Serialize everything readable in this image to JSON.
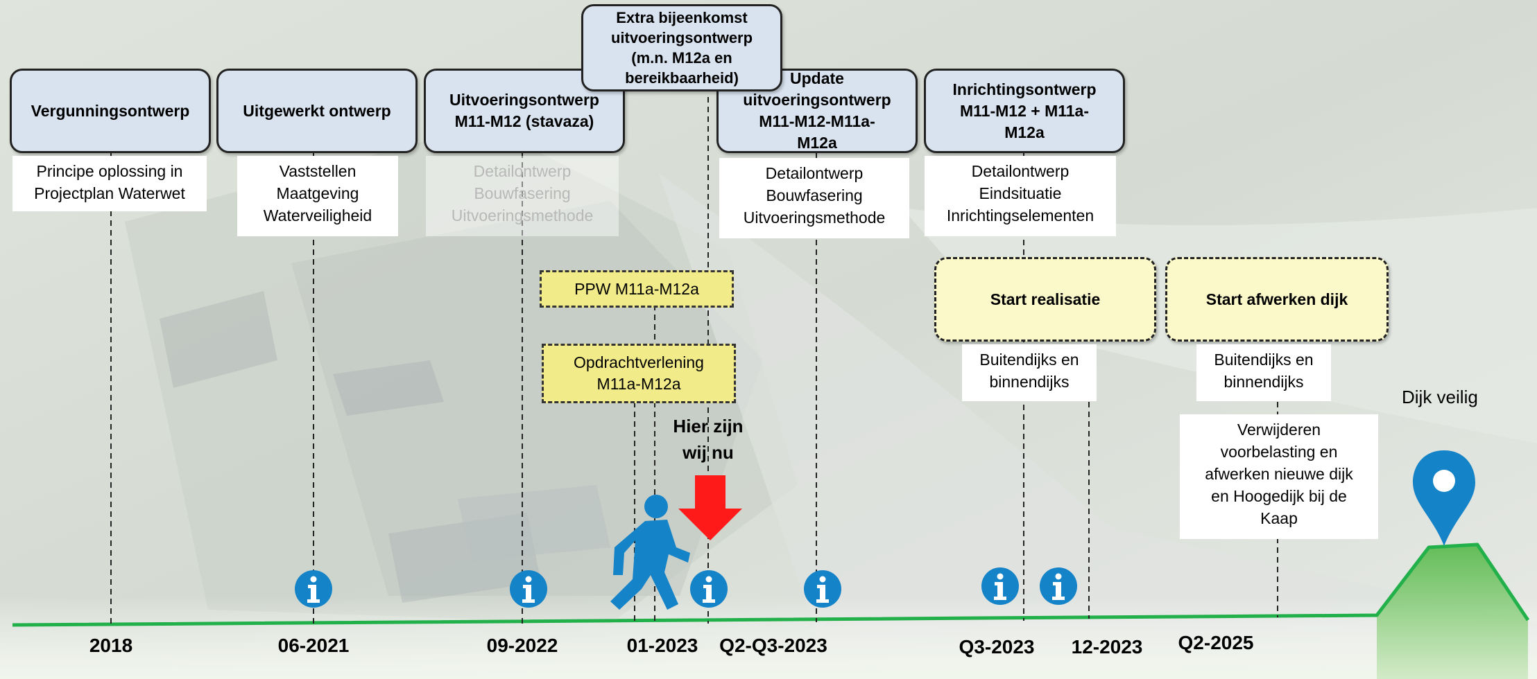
{
  "stages": [
    {
      "id": "vergunning",
      "title": "Vergunningsontwerp",
      "desc": "Principe oplossing in\nProjectplan Waterwet"
    },
    {
      "id": "uitgewerkt",
      "title": "Uitgewerkt ontwerp",
      "desc": "Vaststellen\nMaatgeving\nWaterveiligheid"
    },
    {
      "id": "uitvoering",
      "title": "Uitvoeringsontwerp\nM11-M12 (stavaza)",
      "desc": "Detailontwerp\nBouwfasering\nUitvoeringsmethode"
    },
    {
      "id": "extra",
      "title": "Extra bijeenkomst\nuitvoeringsontwerp\n(m.n. M12a en\nbereikbaarheid)",
      "desc": ""
    },
    {
      "id": "update",
      "title": "Update\nuitvoeringsontwerp\nM11-M12-M11a-\nM12a",
      "desc": "Detailontwerp\nBouwfasering\nUitvoeringsmethode"
    },
    {
      "id": "inrichting",
      "title": "Inrichtingsontwerp\nM11-M12 + M11a-\nM12a",
      "desc": "Detailontwerp\nEindsituatie\nInrichtingselementen"
    }
  ],
  "yellow_boxes": [
    {
      "id": "ppw",
      "label": "PPW M11a-M12a"
    },
    {
      "id": "opdracht",
      "label": "Opdrachtverlening\nM11a-M12a"
    }
  ],
  "milestones": [
    {
      "id": "realisatie",
      "label": "Start realisatie",
      "desc": "Buitendijks en\nbinnendijks"
    },
    {
      "id": "afwerken",
      "label": "Start afwerken dijk",
      "desc": "Buitendijks en\nbinnendijks"
    }
  ],
  "afwerken_extra": "Verwijderen\nvoorbelasting en\nafwerken nieuwe dijk\nen Hoogedijk bij de\nKaap",
  "current_marker": "Hier zijn\nwij nu",
  "end_label": "Dijk veilig",
  "dates": [
    "2018",
    "06-2021",
    "09-2022",
    "01-2023",
    "Q2-Q3-2023",
    "Q3-2023",
    "12-2023",
    "Q2-2025"
  ],
  "info_icons": [
    "info-2021",
    "info-2022",
    "info-2023-q2",
    "info-2023-q3",
    "info-2023-q3b",
    "info-2023-12"
  ],
  "colors": {
    "header": "#d9e3f0",
    "yellow": "#f2eb8a",
    "milestone": "#fbf8c9",
    "timeline": "#22b04b",
    "icon_blue": "#1483c7",
    "arrow_red": "#ff1a1a"
  }
}
